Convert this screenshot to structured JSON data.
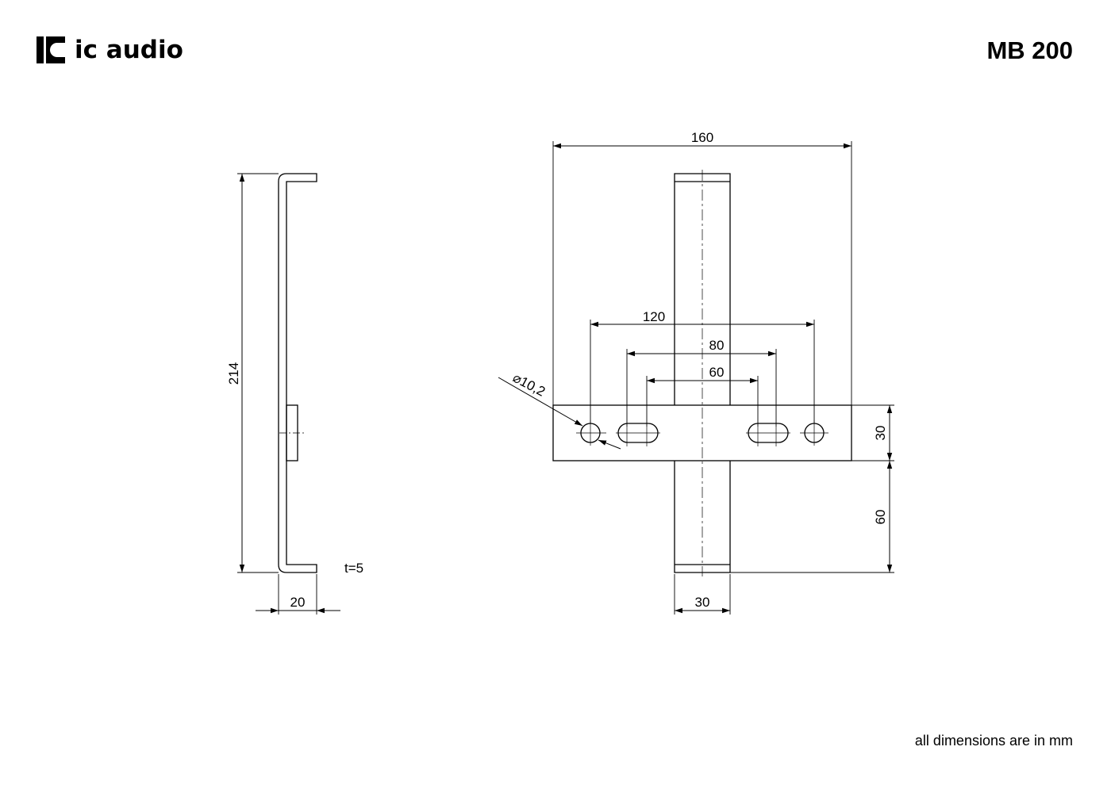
{
  "header": {
    "brand": "ic audio",
    "model": "MB 200"
  },
  "side_view": {
    "height": "214",
    "depth": "20",
    "thickness": "t=5"
  },
  "front_view": {
    "overall_width": "160",
    "hole_spacing_outer": "120",
    "slot_spacing_outer": "80",
    "slot_spacing_inner": "60",
    "hole_diameter": "⌀10,2",
    "plate_height": "30",
    "lower_offset": "60",
    "bar_width": "30"
  },
  "footer": {
    "note": "all dimensions are in mm"
  }
}
